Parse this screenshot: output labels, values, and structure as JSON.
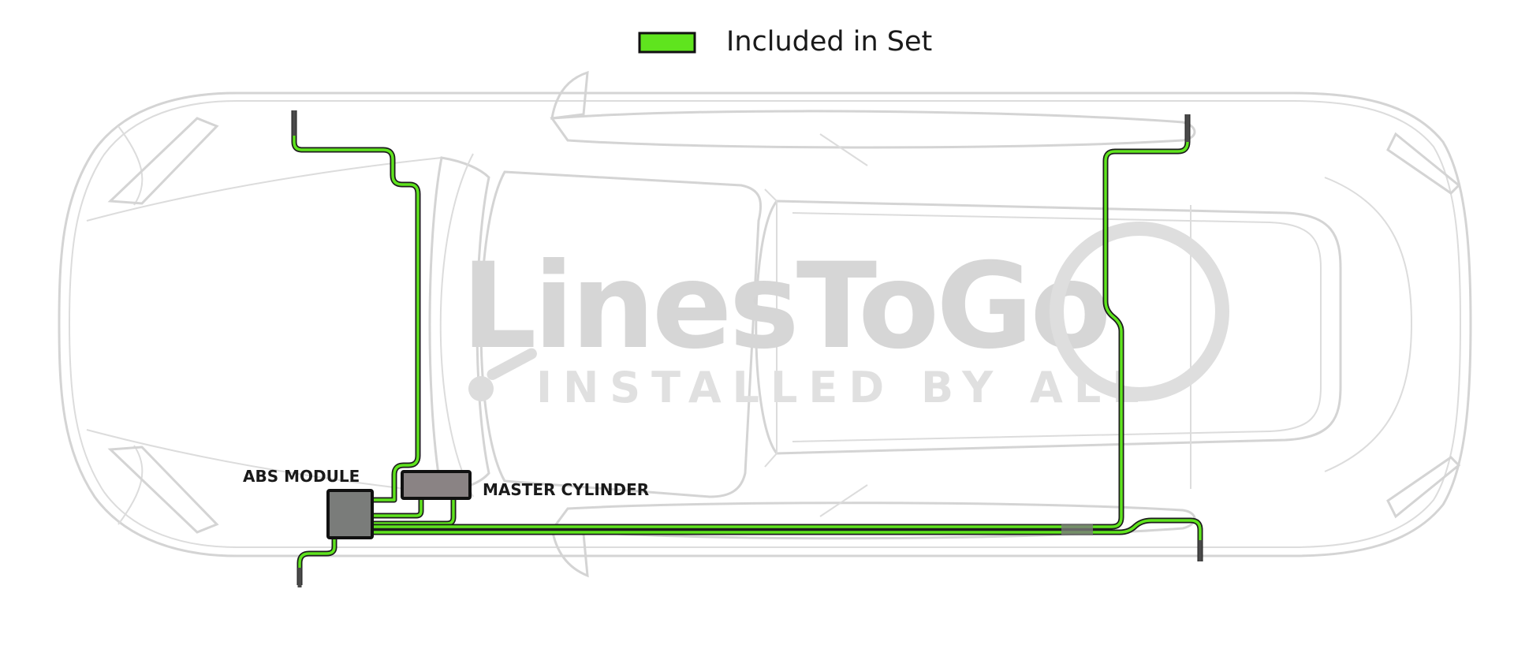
{
  "legend": {
    "label": "Included in Set",
    "swatch_color": "#5fe41e"
  },
  "watermark": {
    "brand": "LinesToGo",
    "tagline": "INSTALLED BY ALL"
  },
  "components": {
    "abs_module": {
      "label": "ABS MODULE",
      "color": "#7a7c7a"
    },
    "master_cylinder": {
      "label": "MASTER CYLINDER",
      "color": "#8a8384"
    }
  },
  "colors": {
    "brake_line": "#5fe41e",
    "line_outline": "#1c1c1c",
    "car_outline": "#d4d4d4",
    "watermark": "#d6d6d6"
  }
}
